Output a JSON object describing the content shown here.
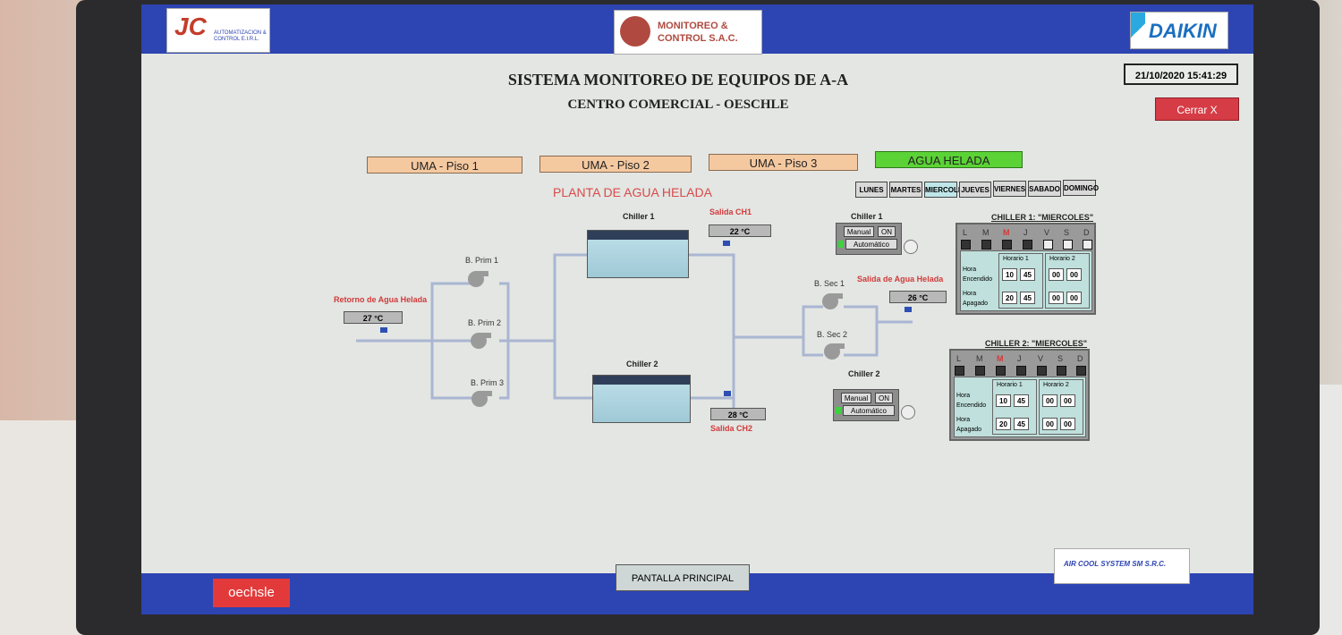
{
  "header": {
    "logo_left_text": "AUTOMATIZACION & CONTROL E.I.R.L.",
    "logo_left_mark": "JC",
    "logo_center": "MONITOREO & CONTROL S.A.C.",
    "logo_right": "DAIKIN",
    "title": "SISTEMA MONITOREO DE EQUIPOS DE A-A",
    "subtitle": "CENTRO COMERCIAL - OESCHLE",
    "datetime": "21/10/2020 15:41:29",
    "close_label": "Cerrar  X"
  },
  "zones": [
    {
      "label": "UMA - Piso 1"
    },
    {
      "label": "UMA - Piso 2"
    },
    {
      "label": "UMA - Piso 3"
    },
    {
      "label": "AGUA HELADA"
    }
  ],
  "plant_title": "PLANTA DE AGUA HELADA",
  "days": [
    "LUNES",
    "MARTES",
    "MIERCOLES",
    "JUEVES",
    "VIERNES",
    "SABADO",
    "DOMINGO"
  ],
  "diagram": {
    "chiller1": "Chiller 1",
    "chiller2": "Chiller 2",
    "salida_ch1": "Salida CH1",
    "salida_ch2": "Salida CH2",
    "temp_ch1": "22 °C",
    "temp_ch2": "28 °C",
    "retorno": "Retorno de Agua Helada",
    "temp_retorno": "27 °C",
    "salida_agua": "Salida de Agua Helada",
    "temp_salida": "26 °C",
    "b_prim_1": "B. Prim 1",
    "b_prim_2": "B. Prim 2",
    "b_prim_3": "B. Prim 3",
    "b_sec_1": "B. Sec 1",
    "b_sec_2": "B. Sec 2"
  },
  "controls": {
    "chiller1": {
      "title": "Chiller 1",
      "manual": "Manual",
      "on": "ON",
      "auto": "Automático"
    },
    "chiller2": {
      "title": "Chiller 2",
      "manual": "Manual",
      "on": "ON",
      "auto": "Automático"
    }
  },
  "schedules": {
    "day_letters": [
      "L",
      "M",
      "M",
      "J",
      "V",
      "S",
      "D"
    ],
    "chiller1": {
      "title": "CHILLER 1:  \"MIERCOLES\"",
      "horario1": "Horario 1",
      "horario2": "Horario 2",
      "encendido": "Hora Encendido",
      "apagado": "Hora Apagado",
      "on1_h": "10",
      "on1_m": "45",
      "off1_h": "20",
      "off1_m": "45",
      "on2_h": "00",
      "on2_m": "00",
      "off2_h": "00",
      "off2_m": "00"
    },
    "chiller2": {
      "title": "CHILLER 2:  \"MIERCOLES\"",
      "horario1": "Horario 1",
      "horario2": "Horario 2",
      "encendido": "Hora Encendido",
      "apagado": "Hora Apagado",
      "on1_h": "10",
      "on1_m": "45",
      "off1_h": "20",
      "off1_m": "45",
      "on2_h": "00",
      "on2_m": "00",
      "off2_h": "00",
      "off2_m": "00"
    }
  },
  "footer": {
    "brand_left": "oechsle",
    "main_button": "PANTALLA PRINCIPAL",
    "brand_right": "AIR COOL SYSTEM SM S.R.C."
  }
}
